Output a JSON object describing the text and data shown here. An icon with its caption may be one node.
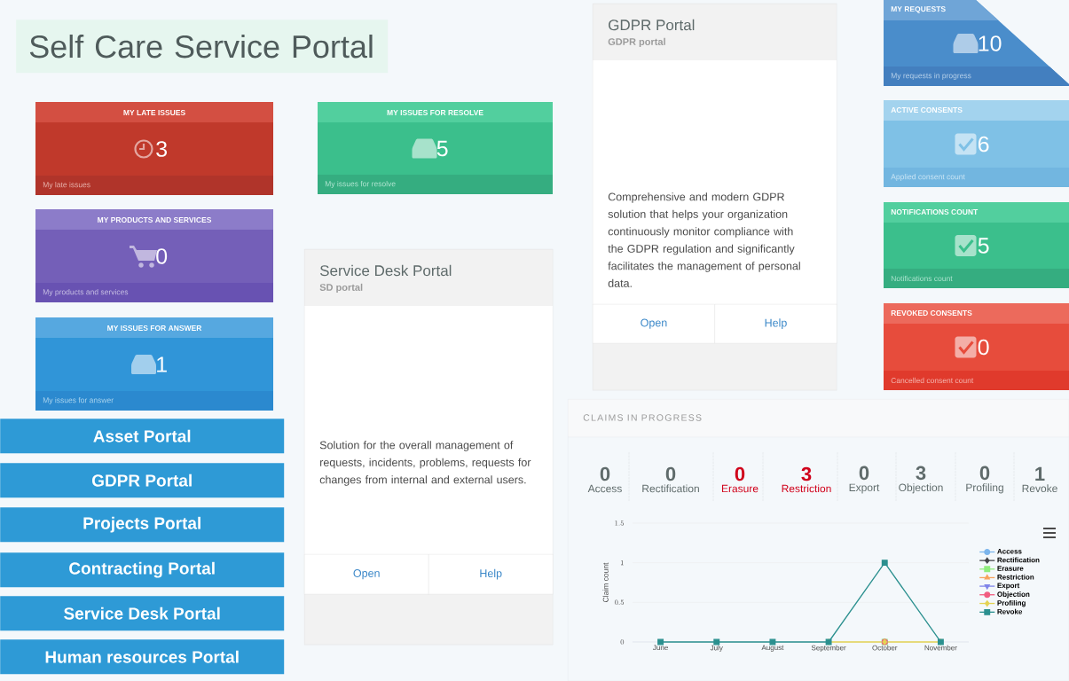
{
  "diagram": {
    "title": "Self Care Service Portal",
    "nodes": [
      {
        "text": [
          "MY LATE ISSUES",
          "3",
          "My late issues"
        ]
      },
      {
        "text": [
          "MY ISSUES FOR RESOLVE",
          "5",
          "My issues for resolve"
        ]
      },
      {
        "text": [
          "MY PRODUCTS AND SERVICES",
          "0",
          "My products and services"
        ]
      },
      {
        "text": [
          "MY ISSUES FOR ANSWER",
          "1",
          "My issues for answer"
        ]
      },
      {
        "text": [
          "Service Desk Portal",
          "SD portal",
          "Solution for the overall management of requests, incidents, problems, requests for changes from internal and external users."
        ]
      },
      {
        "text": [
          "Open"
        ],
        "in": 4
      },
      {
        "text": [
          "Help"
        ],
        "in": 4
      },
      {
        "text": [
          "GDPR Portal",
          "GDPR portal",
          "Comprehensive and modern GDPR solution that helps your organization continuously monitor compliance with the GDPR regulation and significantly facilitates the management of personal data."
        ]
      },
      {
        "text": [
          "Open"
        ],
        "in": 7
      },
      {
        "text": [
          "Help"
        ],
        "in": 7
      },
      {
        "text": [
          "MY REQUESTS",
          "10",
          "My requests in progress"
        ]
      },
      {
        "text": [
          "ACTIVE CONSENTS",
          "6",
          "Applied consent count"
        ]
      },
      {
        "text": [
          "NOTIFICATIONS COUNT",
          "5",
          "Notifications count"
        ]
      },
      {
        "text": [
          "REVOKED CONSENTS",
          "0",
          "Cancelled consent count"
        ]
      },
      {
        "text": [
          "CLAIMS IN PROGRESS"
        ]
      },
      {
        "text": [
          "0",
          "Access"
        ],
        "in": 14
      },
      {
        "text": [
          "0",
          "Rectification"
        ],
        "in": 14
      },
      {
        "text": [
          "0",
          "Erasure"
        ],
        "in": 14
      },
      {
        "text": [
          "3",
          "Restriction"
        ],
        "in": 14
      },
      {
        "text": [
          "0",
          "Export"
        ],
        "in": 14
      },
      {
        "text": [
          "3",
          "Objection"
        ],
        "in": 14
      },
      {
        "text": [
          "0",
          "Profiling"
        ],
        "in": 14
      },
      {
        "text": [
          "1",
          "Revoke"
        ],
        "in": 14
      },
      {
        "text": [
          "Asset Portal"
        ]
      },
      {
        "text": [
          "GDPR Portal"
        ]
      },
      {
        "text": [
          "Projects Portal"
        ]
      },
      {
        "text": [
          "Contracting Portal"
        ]
      },
      {
        "text": [
          "Service Desk Portal"
        ]
      },
      {
        "text": [
          "Human resources Portal"
        ]
      }
    ],
    "chart_data": {
      "type": "line",
      "ylabel": "Claim count",
      "categories": [
        "June",
        "July",
        "August",
        "September",
        "October",
        "November"
      ],
      "ylim": [
        0,
        1.5
      ],
      "legend": "right",
      "yticks": [
        0,
        0.5,
        1,
        1.5
      ],
      "series": [
        {
          "name": "Access",
          "color": "#7cb5ec",
          "marker": "circle",
          "values": [
            null,
            null,
            null,
            null,
            0,
            null
          ]
        },
        {
          "name": "Rectification",
          "color": "#434348",
          "marker": "diamond",
          "values": [
            null,
            null,
            null,
            null,
            0,
            null
          ]
        },
        {
          "name": "Erasure",
          "color": "#90ed7d",
          "marker": "square",
          "values": [
            null,
            null,
            null,
            null,
            0,
            null
          ]
        },
        {
          "name": "Restriction",
          "color": "#f7a35c",
          "marker": "triangle",
          "values": [
            null,
            null,
            null,
            null,
            0,
            null
          ]
        },
        {
          "name": "Export",
          "color": "#8085e9",
          "marker": "triangle-down",
          "values": [
            null,
            null,
            null,
            null,
            0,
            null
          ]
        },
        {
          "name": "Objection",
          "color": "#f15c80",
          "marker": "circle",
          "values": [
            null,
            null,
            null,
            null,
            0,
            null
          ]
        },
        {
          "name": "Profiling",
          "color": "#e4d354",
          "marker": "diamond",
          "values": [
            null,
            null,
            null,
            0,
            0,
            0
          ]
        },
        {
          "name": "Revoke",
          "color": "#2b908f",
          "marker": "square",
          "values": [
            0,
            0,
            0,
            0,
            1,
            0
          ]
        }
      ]
    }
  }
}
